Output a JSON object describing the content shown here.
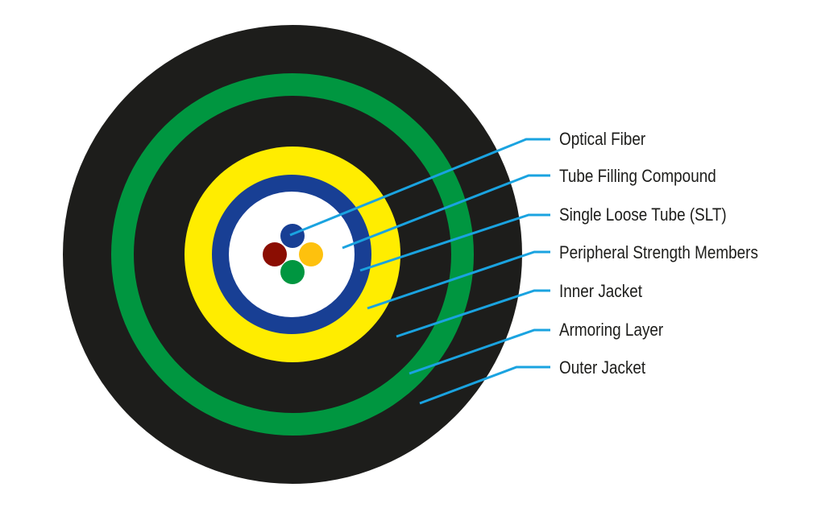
{
  "colors": {
    "outer_jacket": "#1d1d1b",
    "armoring_layer": "#009640",
    "inner_jacket": "#1d1d1b",
    "strength_members": "#ffed00",
    "loose_tube": "#183f94",
    "filling_compound": "#ffffff",
    "leader_line": "#1aa3e0",
    "fibers": [
      "#183f94",
      "#8b0d02",
      "#fec10e",
      "#009640"
    ]
  },
  "labels": [
    {
      "text": "Optical Fiber"
    },
    {
      "text": "Tube Filling Compound"
    },
    {
      "text": "Single Loose Tube (SLT)"
    },
    {
      "text": "Peripheral Strength Members"
    },
    {
      "text": "Inner Jacket"
    },
    {
      "text": "Armoring Layer"
    },
    {
      "text": "Outer Jacket"
    }
  ]
}
